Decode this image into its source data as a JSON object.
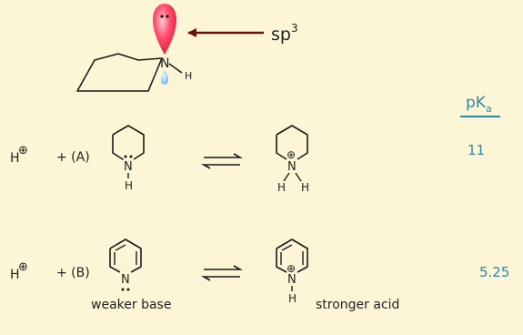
{
  "colors": {
    "background": "#fdf6d6",
    "bond": "#1a1a1a",
    "arrow": "#6b1010",
    "orbital_top": "#ff4f6e",
    "orbital_bottom": "#8ec8ff",
    "pka_text": "#2e86ab"
  },
  "top": {
    "hybridization_label": "sp",
    "hybridization_sup": "3",
    "atom_N": "N",
    "atom_H": "H"
  },
  "pka_header": {
    "text": "pK",
    "sub": "a"
  },
  "reaction_A": {
    "proton": "H",
    "proton_charge": "⊕",
    "plus_label": "+ (A)",
    "base_N": "N",
    "base_H": "H",
    "acid_N": "N",
    "acid_charge": "⊕",
    "acid_H1": "H",
    "acid_H2": "H",
    "pka": "11"
  },
  "reaction_B": {
    "proton": "H",
    "proton_charge": "⊕",
    "plus_label": "+ (B)",
    "base_N": "N",
    "acid_N": "N",
    "acid_charge": "⊕",
    "acid_H": "H",
    "pka": "5.25",
    "base_caption": "weaker base",
    "acid_caption": "stronger acid"
  }
}
